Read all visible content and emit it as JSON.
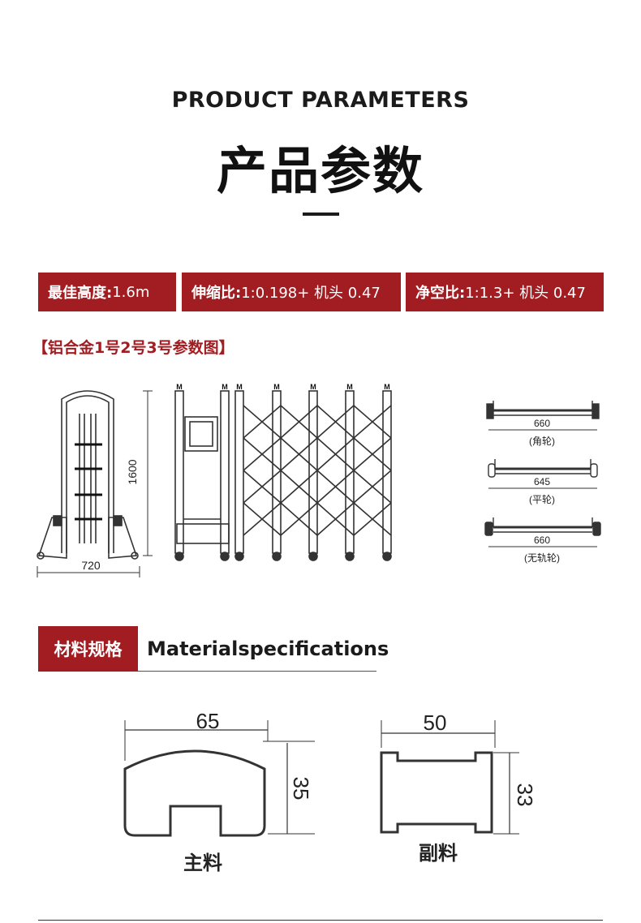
{
  "header": {
    "en_title": "PRODUCT PARAMETERS",
    "cn_title": "产品参数"
  },
  "params": [
    {
      "label": "最佳高度:",
      "value": " 1.6m"
    },
    {
      "label": "伸缩比:",
      "value": " 1:0.198+ 机头 0.47"
    },
    {
      "label": "净空比:",
      "value": " 1:1.3+ 机头 0.47"
    }
  ],
  "diagram": {
    "caption": "【铝合金1号2号3号参数图】",
    "height_label": "1600",
    "width_label": "720",
    "motor_mark": "M",
    "wheels": [
      {
        "width": "660",
        "name": "(角轮)"
      },
      {
        "width": "645",
        "name": "(平轮)"
      },
      {
        "width": "660",
        "name": "(无轨轮)"
      }
    ]
  },
  "materials": {
    "tag": "材料规格",
    "en": "Materialspecifications",
    "main": {
      "width": "65",
      "height": "35",
      "name": "主料"
    },
    "sub": {
      "width": "50",
      "height": "33",
      "name": "副料"
    }
  }
}
